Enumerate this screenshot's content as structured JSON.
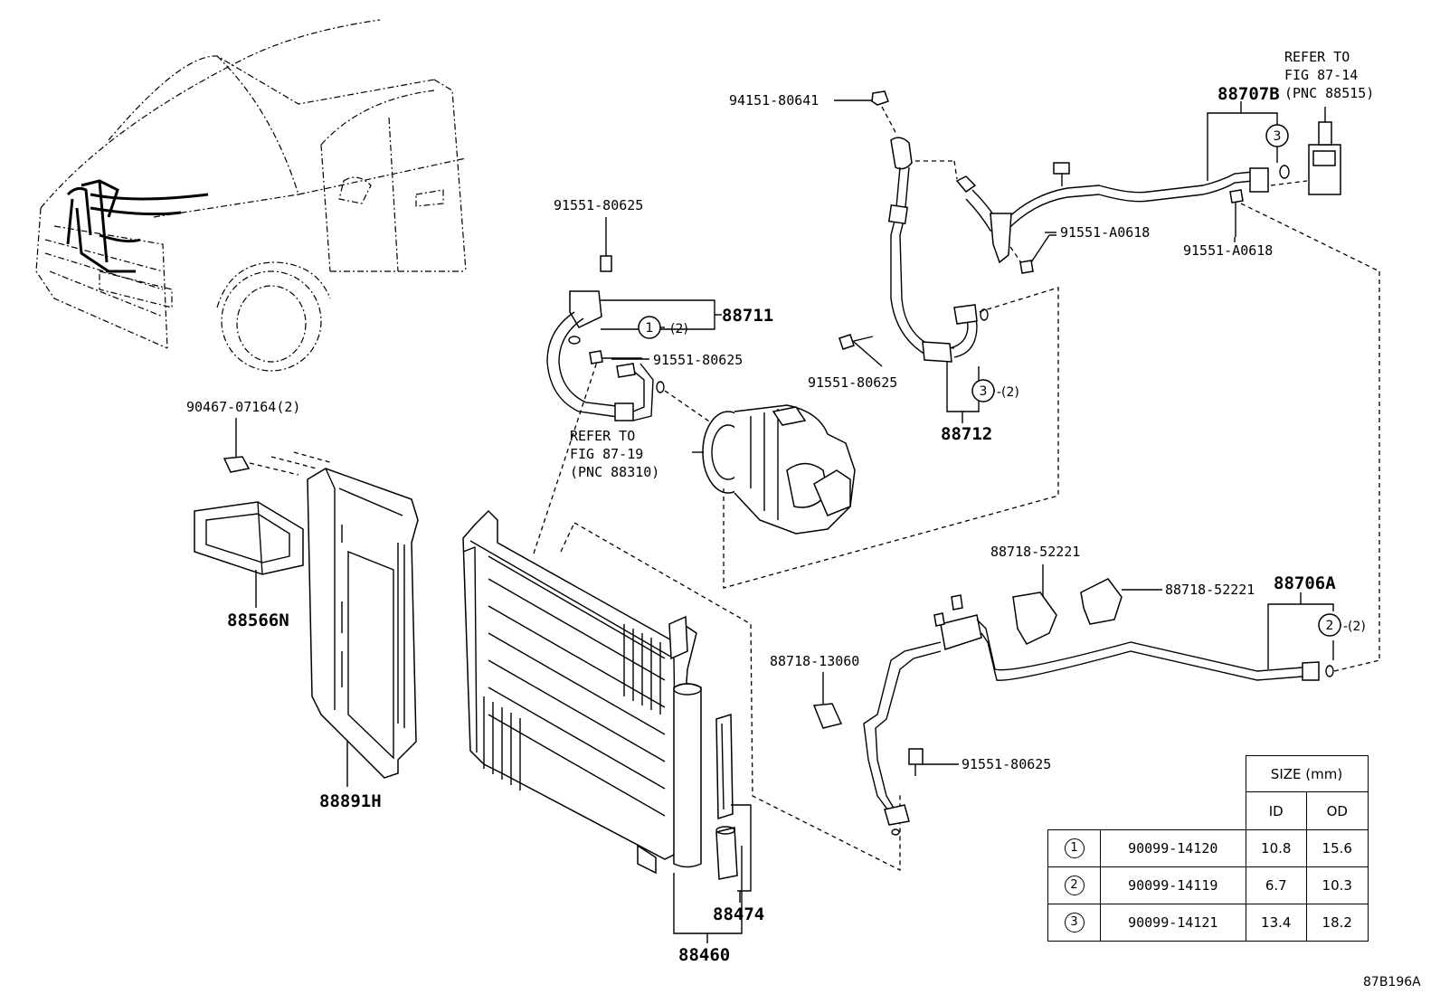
{
  "labels": {
    "p94151_80641": "94151-80641",
    "p91551_80625_a": "91551-80625",
    "p91551_80625_b": "91551-80625",
    "p91551_80625_c": "91551-80625",
    "p91551_80625_d": "91551-80625",
    "p91551_a0618_a": "91551-A0618",
    "p91551_a0618_b": "91551-A0618",
    "p90467": "90467-07164(2)",
    "p88711": "88711",
    "p88712": "88712",
    "p88707b": "88707B",
    "p88706a": "88706A",
    "p88566n": "88566N",
    "p88891h": "88891H",
    "p88460": "88460",
    "p88474": "88474",
    "p88718_52221_a": "88718-52221",
    "p88718_52221_b": "88718-52221",
    "p88718_13060": "88718-13060",
    "qty2": "-(2)",
    "circle1": "1",
    "circle2": "2",
    "circle3": "3"
  },
  "refs": {
    "ref_87_14": [
      "REFER TO",
      "FIG 87-14",
      "(PNC 88515)"
    ],
    "ref_87_19": [
      "REFER TO",
      "FIG 87-19",
      "(PNC 88310)"
    ]
  },
  "size_table": {
    "header": "SIZE (mm)",
    "col_id": "ID",
    "col_od": "OD",
    "rows": [
      {
        "mark": "1",
        "part": "90099-14120",
        "id": "10.8",
        "od": "15.6"
      },
      {
        "mark": "2",
        "part": "90099-14119",
        "id": "6.7",
        "od": "10.3"
      },
      {
        "mark": "3",
        "part": "90099-14121",
        "id": "13.4",
        "od": "18.2"
      }
    ]
  },
  "figure_code": "87B196A"
}
